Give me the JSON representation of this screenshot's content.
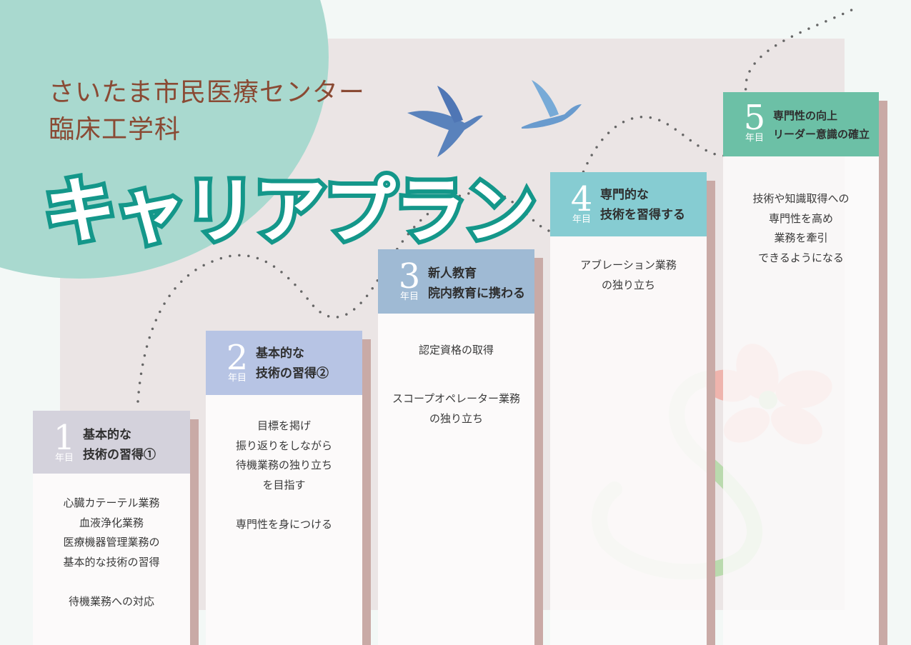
{
  "header": {
    "org": "さいたま市民医療センター",
    "dept": "臨床工学科",
    "title": "キャリアプラン"
  },
  "colors": {
    "circle": "#a9d9cf",
    "title_outline": "#14978a",
    "step1": "#d4d2dc",
    "step2": "#b7c4e4",
    "step3": "#9fbad4",
    "step4": "#86ccd2",
    "step5": "#6cc0a6"
  },
  "steps": [
    {
      "number": "1",
      "unit": "年目",
      "title": [
        "基本的な",
        "技術の習得①"
      ],
      "body": [
        "心臓カテーテル業務",
        "血液浄化業務",
        "医療機器管理業務の",
        "基本的な技術の習得",
        "",
        "待機業務への対応"
      ]
    },
    {
      "number": "2",
      "unit": "年目",
      "title": [
        "基本的な",
        "技術の習得②"
      ],
      "body": [
        "目標を掲げ",
        "振り返りをしながら",
        "待機業務の独り立ち",
        "を目指す",
        "",
        "専門性を身につける"
      ]
    },
    {
      "number": "3",
      "unit": "年目",
      "title": [
        "新人教育",
        "院内教育に携わる"
      ],
      "body": [
        "認定資格の取得",
        "",
        "",
        "スコープオペレーター業務",
        "の独り立ち"
      ]
    },
    {
      "number": "4",
      "unit": "年目",
      "title": [
        "専門的な",
        "技術を習得する"
      ],
      "body": [
        "アブレーション業務",
        "の独り立ち"
      ]
    },
    {
      "number": "5",
      "unit": "年目",
      "title": [
        "専門性の向上",
        "リーダー意識の確立"
      ],
      "body": [
        "技術や知識取得への",
        "専門性を高め",
        "業務を牽引",
        "できるようになる"
      ]
    }
  ]
}
